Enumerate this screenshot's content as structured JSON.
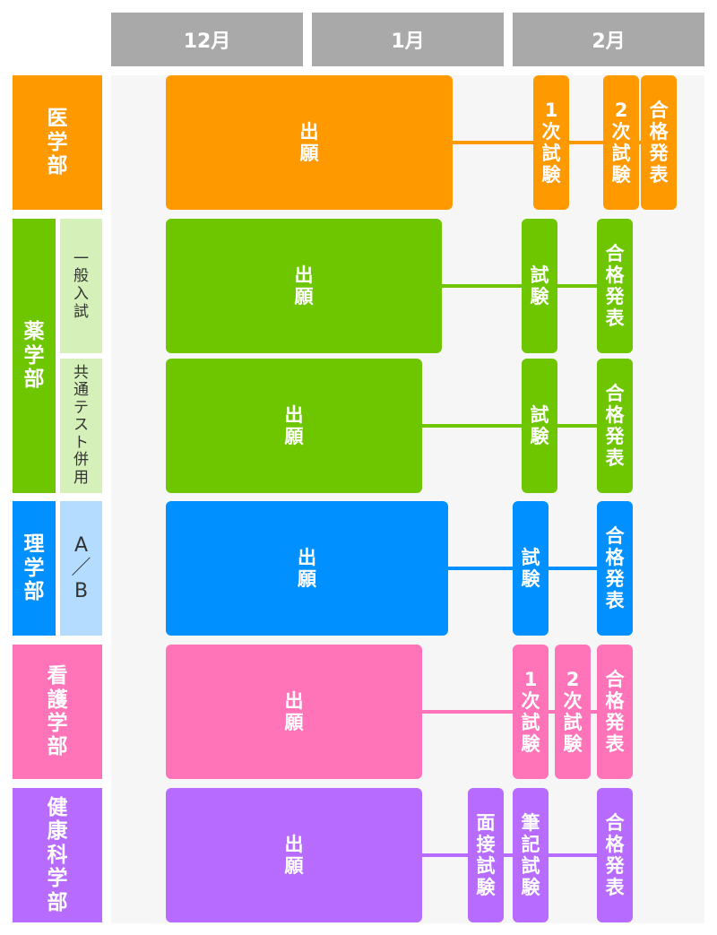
{
  "months": [
    "12月",
    "1月",
    "2月"
  ],
  "colors": {
    "medicine": "#ff9900",
    "pharmacy": "#6ec600",
    "pharmacy_light": "#d5f0b8",
    "science": "#0090ff",
    "science_light": "#b3dcff",
    "nursing": "#ff73b9",
    "health": "#b86cff",
    "header": "#a9a9a9"
  },
  "departments": {
    "medicine": {
      "name": "医学部"
    },
    "pharmacy": {
      "name": "薬学部",
      "tracks": [
        "一般入試",
        "共通テスト併用"
      ]
    },
    "science": {
      "name": "理学部",
      "track": "A／B"
    },
    "nursing": {
      "name": "看護学部"
    },
    "health": {
      "name": "健康科学部"
    }
  },
  "labels": {
    "apply": "出願",
    "exam": "試験",
    "exam1": "1次試験",
    "exam2": "2次試験",
    "result": "合格発表",
    "interview": "面接試験",
    "written": "筆記試験"
  }
}
